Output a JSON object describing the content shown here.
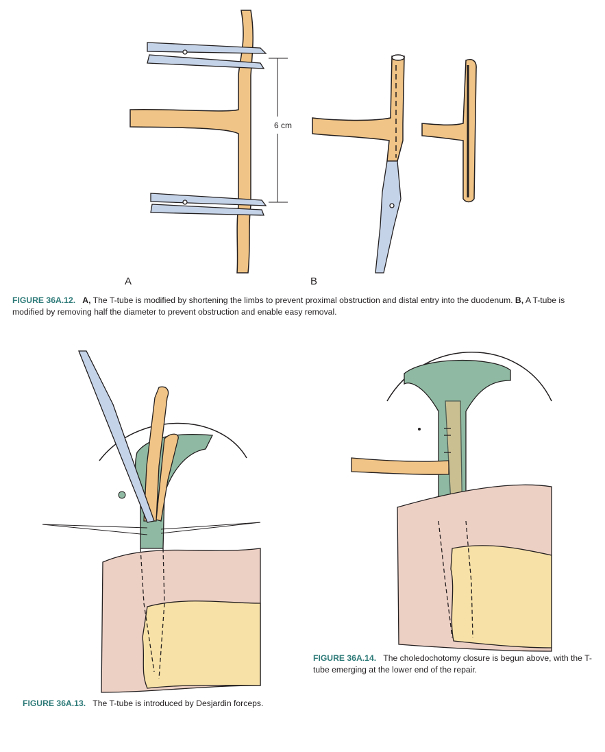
{
  "figure_12": {
    "label_a": "A",
    "label_b": "B",
    "dimension": "6 cm",
    "caption": {
      "number": "FIGURE 36A.12.",
      "part_a_marker": "A,",
      "part_a_text": "The T-tube is modified by shortening the limbs to prevent proximal obstruction and distal entry into the duodenum.",
      "part_b_marker": "B,",
      "part_b_text": "A T-tube is modified by removing half the diameter to prevent obstruction and enable easy removal."
    }
  },
  "figure_13": {
    "caption": {
      "number": "FIGURE 36A.13.",
      "text": "The T-tube is introduced by Desjardin forceps."
    }
  },
  "figure_14": {
    "caption": {
      "number": "FIGURE 36A.14.",
      "text": "The choledochotomy closure is begun above, with the T-tube emerging at the lower end of the repair."
    }
  },
  "colors": {
    "tube": "#f0c486",
    "instrument": "#c5d3e8",
    "duct": "#8fb9a2",
    "duodenum": "#edd0c4",
    "pancreas": "#f7e1a6",
    "caption_accent": "#2d7a78"
  }
}
